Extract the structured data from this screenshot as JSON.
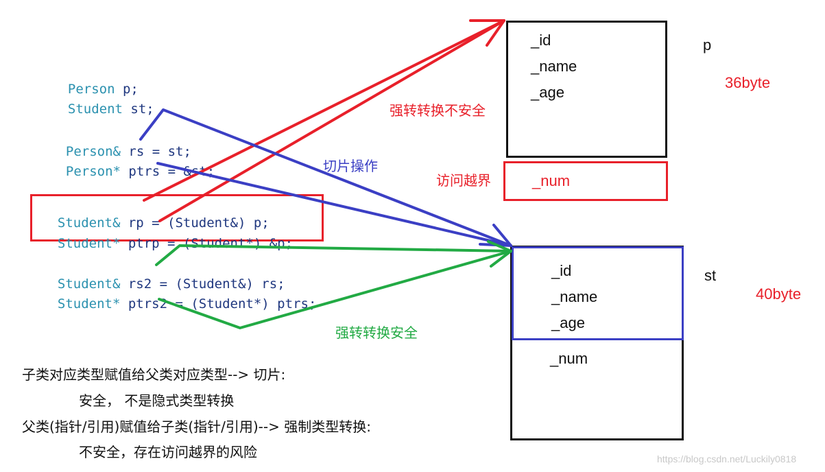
{
  "code": {
    "decl_p": {
      "type": "Person",
      "rest": " p;"
    },
    "decl_st": {
      "type": "Student",
      "rest": " st;"
    },
    "ref_rs": {
      "type": "Person&",
      "rest": " rs = st;"
    },
    "ptr_ptrs": {
      "type": "Person*",
      "rest": " ptrs = &st;"
    },
    "ref_rp": {
      "type": "Student&",
      "rest": " rp = (Student&) p;"
    },
    "ptr_ptrp": {
      "type": "Student*",
      "rest": " ptrp = (Student*) &p;"
    },
    "ref_rs2": {
      "type": "Student&",
      "rest": " rs2 = (Student&) rs;"
    },
    "ptr_ptrs2": {
      "type": "Student*",
      "rest": " ptrs2 = (Student*) ptrs;"
    }
  },
  "object_p": {
    "name": "p",
    "size": "36byte",
    "fields": [
      "_id",
      "_name",
      "_age"
    ],
    "overflow_field": "_num"
  },
  "object_st": {
    "name": "st",
    "size": "40byte",
    "fields": [
      "_id",
      "_name",
      "_age"
    ],
    "extra_field": "_num"
  },
  "labels": {
    "unsafe_cast": "强转转换不安全",
    "slicing": "切片操作",
    "out_of_bounds": "访问越界",
    "safe_cast": "强转转换安全"
  },
  "notes": {
    "line1": "子类对应类型赋值给父类对应类型--> 切片:",
    "line2": "安全， 不是隐式类型转换",
    "line3": "父类(指针/引用)赋值给子类(指针/引用)--> 强制类型转换:",
    "line4": "不安全，存在访问越界的风险"
  },
  "watermark": "https://blog.csdn.net/Luckily0818",
  "colors": {
    "red": "#e8202a",
    "blue": "#3b3fc4",
    "green": "#22aa44",
    "type": "#2b91af"
  }
}
